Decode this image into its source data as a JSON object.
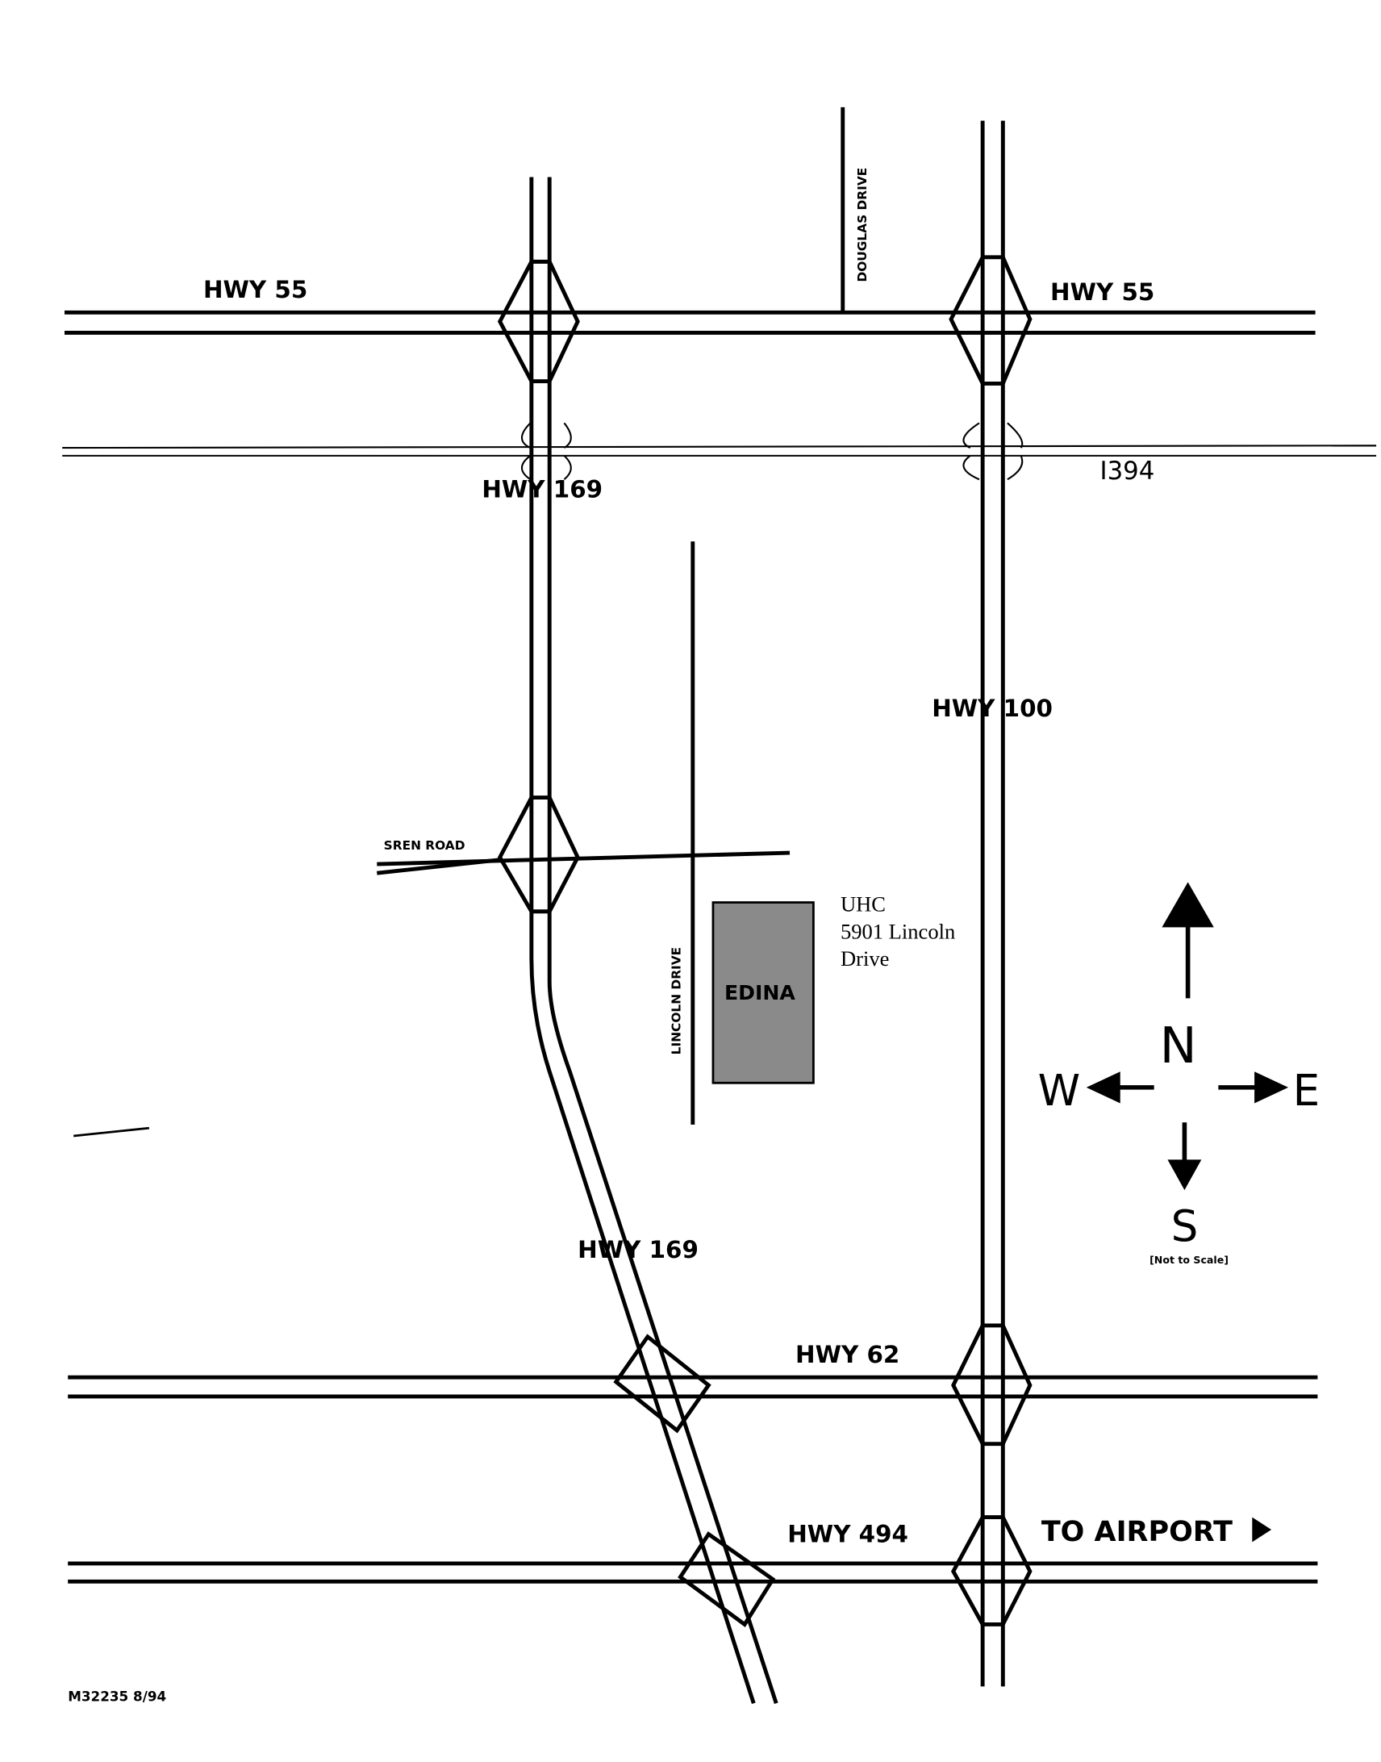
{
  "map": {
    "roads": {
      "hwy55_west": "HWY 55",
      "hwy55_east": "HWY 55",
      "douglas": "DOUGLAS DRIVE",
      "i394": "I394",
      "hwy169_north": "HWY 169",
      "hwy169_south": "HWY 169",
      "hwy100": "HWY 100",
      "sren": "SREN ROAD",
      "lincoln": "LINCOLN DRIVE",
      "hwy62": "HWY 62",
      "hwy494": "HWY 494",
      "airport": "TO AIRPORT"
    },
    "city": "EDINA",
    "destination": {
      "name": "UHC",
      "address_line1": "5901 Lincoln",
      "address_line2": "Drive"
    },
    "compass": {
      "n": "N",
      "s": "S",
      "e": "E",
      "w": "W",
      "note": "[Not to Scale]"
    },
    "footer": "M32235  8/94"
  }
}
